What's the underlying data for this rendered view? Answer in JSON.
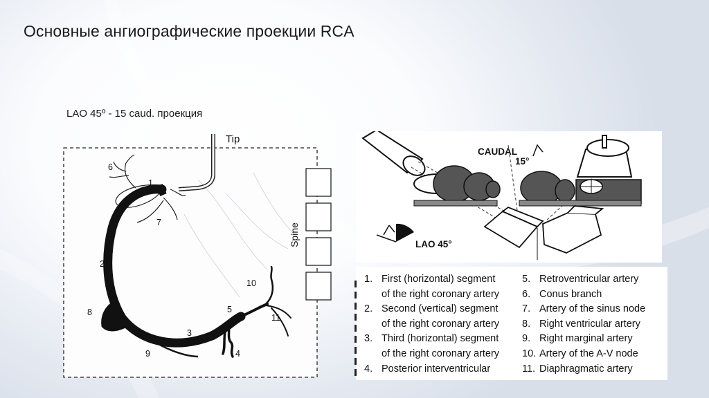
{
  "slide": {
    "title": "Основные ангиографические проекции  RCA",
    "subtitle": "LAO 45º - 15 caud.  проекция"
  },
  "left_diagram": {
    "tip_label": "Tip",
    "spine_label": "Spine",
    "segment_labels": [
      "1",
      "2",
      "3",
      "4",
      "5",
      "6",
      "7",
      "8",
      "9",
      "10",
      "11"
    ]
  },
  "projection_diagram": {
    "caudal_label": "CAUDAL",
    "caudal_angle": "15°",
    "lao_label": "LAO 45°"
  },
  "legend": {
    "left": [
      {
        "num": "1.",
        "text": "First (horizontal) segment"
      },
      {
        "num": "",
        "text": "of the right coronary artery"
      },
      {
        "num": "2.",
        "text": "Second (vertical) segment"
      },
      {
        "num": "",
        "text": "of the right coronary artery"
      },
      {
        "num": "3.",
        "text": "Third (horizontal) segment"
      },
      {
        "num": "",
        "text": "of the right coronary artery"
      },
      {
        "num": "4.",
        "text": "Posterior interventricular"
      }
    ],
    "right": [
      {
        "num": "5.",
        "text": "Retroventricular artery"
      },
      {
        "num": "6.",
        "text": "Conus branch"
      },
      {
        "num": "7.",
        "text": "Artery of the sinus node"
      },
      {
        "num": "8.",
        "text": "Right ventricular artery"
      },
      {
        "num": "9.",
        "text": "Right marginal artery"
      },
      {
        "num": "10.",
        "text": "Artery of the A-V node"
      },
      {
        "num": "11.",
        "text": "Diaphragmatic artery"
      }
    ]
  }
}
